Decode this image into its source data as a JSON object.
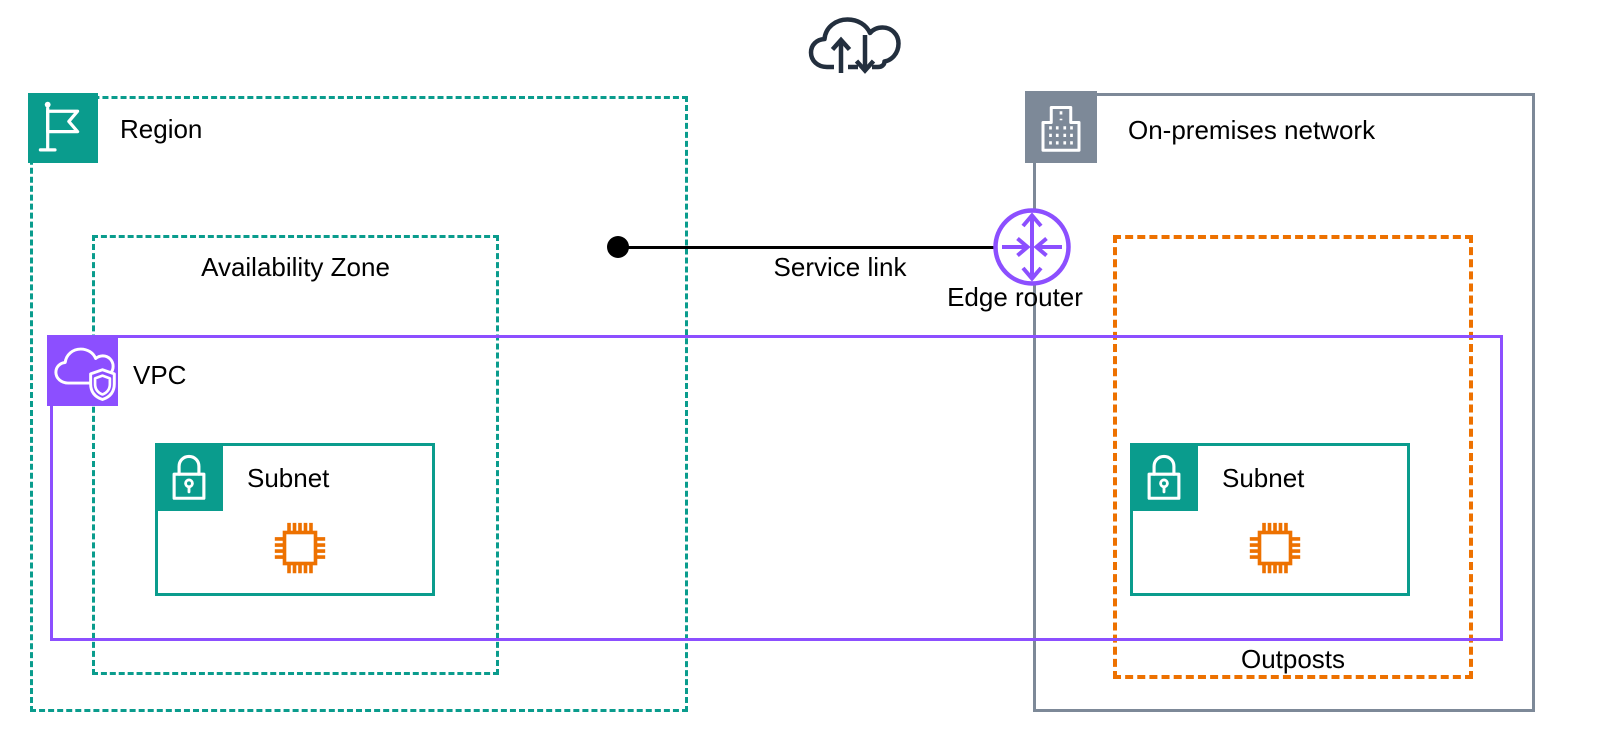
{
  "colors": {
    "teal": "#0A9C8D",
    "purple": "#8C4FFF",
    "orange": "#ED7100",
    "gray": "#7D8998",
    "dark": "#232F3E",
    "black": "#000000",
    "white": "#FFFFFF"
  },
  "labels": {
    "region": "Region",
    "availability_zone": "Availability Zone",
    "vpc": "VPC",
    "subnet_left": "Subnet",
    "subnet_right": "Subnet",
    "service_link": "Service link",
    "edge_router": "Edge router",
    "on_premises": "On-premises network",
    "outposts": "Outposts"
  },
  "icons": {
    "internet": "cloud-up-down-arrows-icon",
    "region": "flag-icon",
    "vpc": "cloud-shield-icon",
    "subnet": "lock-icon",
    "on_premises": "building-icon",
    "instance": "chip-icon",
    "edge_router": "router-arrows-icon"
  }
}
